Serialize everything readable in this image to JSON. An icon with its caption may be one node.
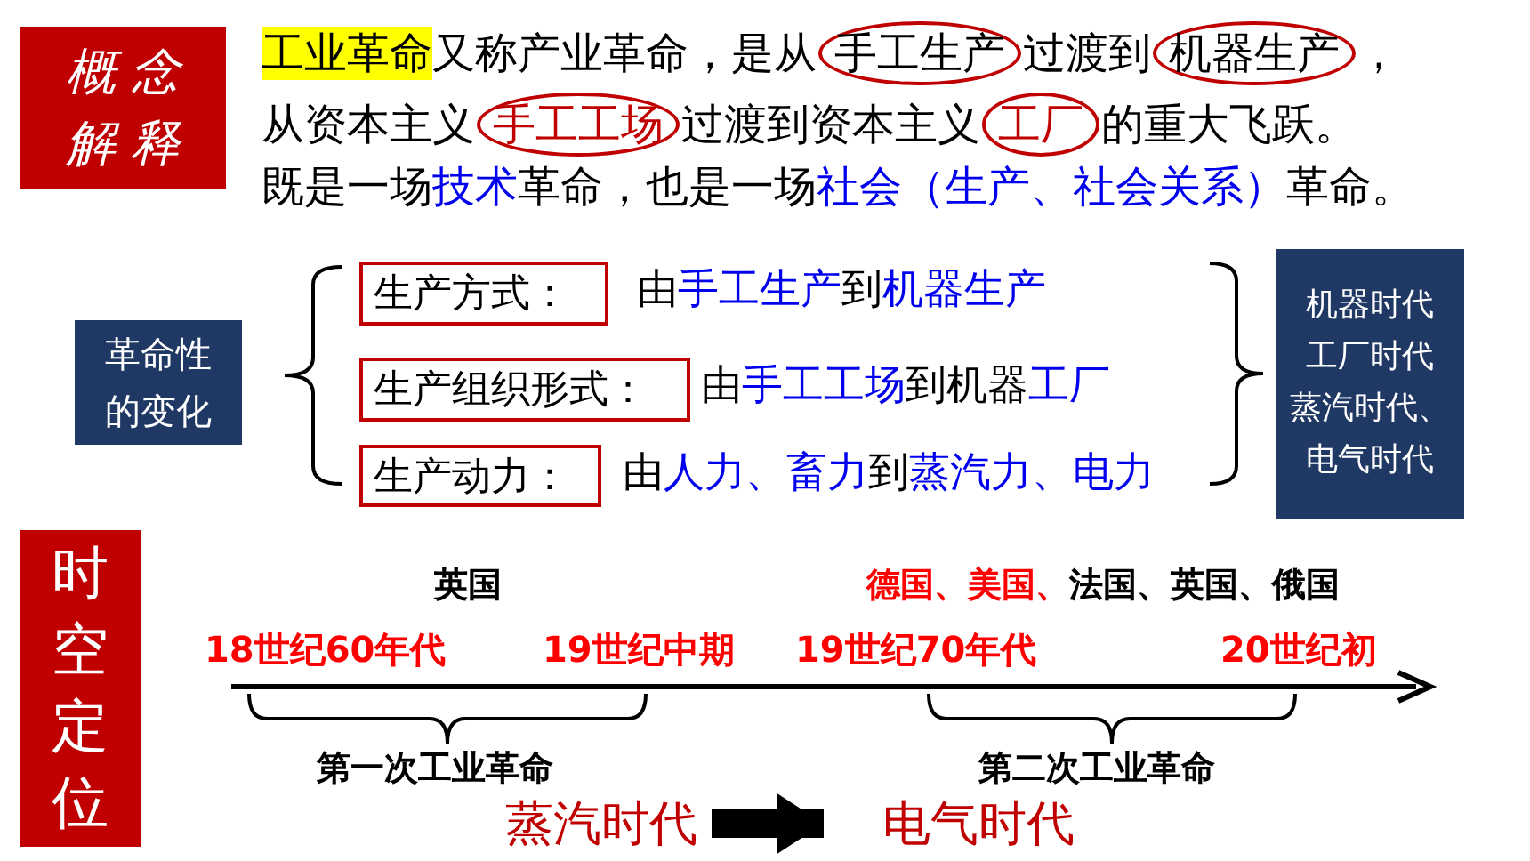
{
  "diagram": {
    "nodes": [
      {
        "text": [
          "概念解释"
        ]
      },
      {
        "text": [
          "工业革命"
        ]
      },
      {
        "text": [
          "手工生产"
        ]
      },
      {
        "text": [
          "机器生产"
        ]
      },
      {
        "text": [
          "手工工场"
        ]
      },
      {
        "text": [
          "工厂"
        ]
      },
      {
        "text": [
          "革命性的变化"
        ]
      },
      {
        "text": [
          "生产方式："
        ]
      },
      {
        "text": [
          "生产组织形式："
        ]
      },
      {
        "text": [
          "生产动力："
        ]
      },
      {
        "text": [
          "机器时代",
          "工厂时代",
          "蒸汽时代、电气时代"
        ]
      },
      {
        "text": [
          "时空定位"
        ]
      },
      {
        "text": [
          "蒸汽时代"
        ]
      },
      {
        "text": [
          "电气时代"
        ]
      }
    ],
    "edges": [
      {
        "from": 12,
        "to": 13,
        "arrow": "to"
      }
    ],
    "labels": [
      "又称产业革命，是从",
      "过渡到",
      "，",
      "从资本主义",
      "过渡到资本主义",
      "的重大飞跃。",
      "既是一场",
      "技术",
      "革命，也是一场",
      "社会（生产、社会关系）",
      "革命。",
      "由",
      "手工生产",
      "到",
      "机器生产",
      "由",
      "手工工场",
      "到机器",
      "工厂",
      "由",
      "人力、畜力",
      "到",
      "蒸汽力、电力",
      "英国",
      "德国、美国、",
      "法国、英国、俄国",
      "18世纪60年代",
      "19世纪中期",
      "19世纪70年代",
      "20世纪初",
      "第一次工业革命",
      "第二次工业革命"
    ]
  }
}
